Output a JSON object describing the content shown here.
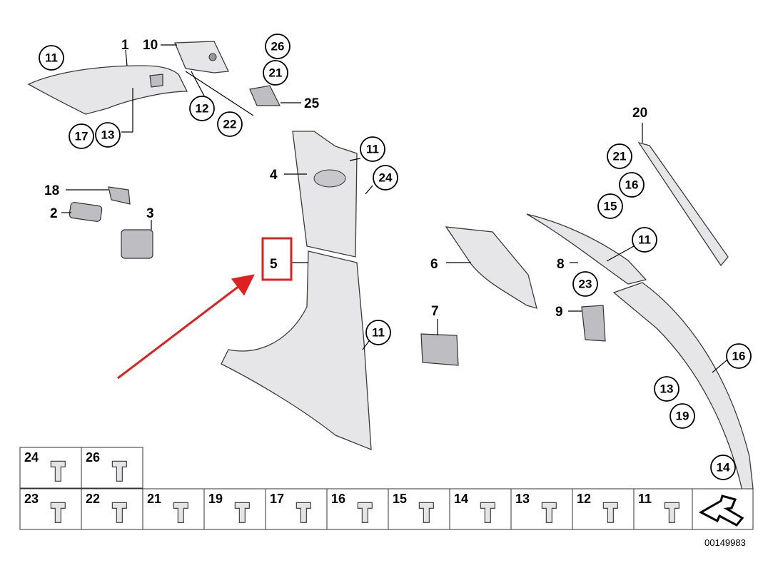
{
  "diagram": {
    "document_number": "00149983",
    "highlight_color": "#e0201e",
    "labels": {
      "l1": "1",
      "l10": "10",
      "l25": "25",
      "l20": "20",
      "l4": "4",
      "l18": "18",
      "l2": "2",
      "l3": "3",
      "l5": "5",
      "l6": "6",
      "l8": "8",
      "l9": "9",
      "l7": "7"
    },
    "circles": {
      "c11a": "11",
      "c26a": "26",
      "c21a": "21",
      "c12a": "12",
      "c22a": "22",
      "c17a": "17",
      "c13a": "13",
      "c11b": "11",
      "c24a": "24",
      "c21b": "21",
      "c16a": "16",
      "c15a": "15",
      "c11c": "11",
      "c23a": "23",
      "c11d": "11",
      "c16b": "16",
      "c13b": "13",
      "c19a": "19",
      "c14a": "14"
    },
    "grid_top": [
      "24",
      "26"
    ],
    "grid_bottom": [
      "23",
      "22",
      "21",
      "19",
      "17",
      "16",
      "15",
      "14",
      "13",
      "12",
      "11"
    ]
  }
}
